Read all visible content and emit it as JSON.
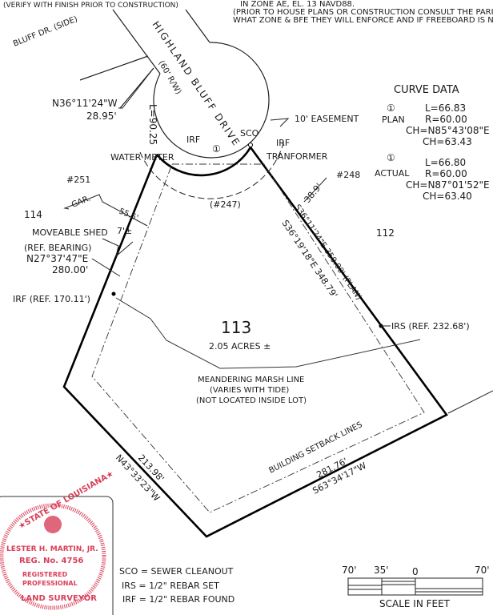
{
  "notes": {
    "top_cut": "(VERIFY WITH FINISH PRIOR TO CONSTRUCTION)",
    "flood_line1": "IN ZONE AE, EL. 13 NAVD88.",
    "flood_line2": "(PRIOR TO HOUSE PLANS OR CONSTRUCTION CONSULT THE PARISH TO SEE",
    "flood_line3": "WHAT ZONE & BFE THEY WILL ENFORCE AND IF FREEBOARD IS NEEDED)"
  },
  "streets": {
    "side": "BLUFF DR. (SIDE)",
    "main": "HIGHLAND BLUFF DRIVE",
    "row": "(60' R/W)"
  },
  "labels": {
    "bearing_nw": "N36°11'24\"W",
    "dist_nw": "28.95'",
    "arc_length": "L=90.25",
    "irf_left": "IRF",
    "sco": "SCO",
    "curve_no": "①",
    "easement": "10' EASEMENT",
    "irf_right": "IRF",
    "water_meter": "WATER METER",
    "transformer": "TRANFORMER",
    "house_248": "#248",
    "house_251": "#251",
    "house_247": "(#247)",
    "gar": "GAR.",
    "dist_gar": "55.5'",
    "dist_38": "38.9'",
    "lot_114": "114",
    "lot_112": "112",
    "shed": "MOVEABLE SHED",
    "shed_dist": "7'±",
    "ref_bearing": "(REF. BEARING)",
    "bearing_left": "N27°37'47\"E",
    "dist_left": "280.00'",
    "irf_ref_left": "IRF (REF. 170.11')",
    "bearing_right_plan": "S36°11'24\"E  350.00' (PLAN)",
    "bearing_right": "S36°19'18\"E  348.79'",
    "irs_ref_right": "IRS (REF. 232.68')",
    "lot_113": "113",
    "acres": "2.05 ACRES ±",
    "marsh1": "MEANDERING MARSH LINE",
    "marsh2": "(VARIES WITH TIDE)",
    "marsh3": "(NOT LOCATED INSIDE LOT)",
    "setback": "BUILDING SETBACK LINES",
    "dist_bottom_left": "213.98'",
    "bearing_bottom_left": "N43°33'23\"W",
    "dist_bottom_right": "281.76'",
    "bearing_bottom_right": "S63°34'17\"W"
  },
  "curve_data": {
    "title": "CURVE DATA",
    "plan": {
      "marker": "①",
      "label": "PLAN",
      "L": "L=66.83",
      "R": "R=60.00",
      "CHB": "CH=N85°43'08\"E",
      "CH": "CH=63.43"
    },
    "actual": {
      "marker": "①",
      "label": "ACTUAL",
      "L": "L=66.80",
      "R": "R=60.00",
      "CHB": "CH=N87°01'52\"E",
      "CH": "CH=63.40"
    }
  },
  "legend": {
    "sco": "SCO = SEWER CLEANOUT",
    "irs": "IRS = 1/2\" REBAR SET",
    "irf": "IRF = 1/2\" REBAR FOUND"
  },
  "scale": {
    "ticks": [
      "70'",
      "35'",
      "0",
      "70'"
    ],
    "title": "SCALE IN FEET"
  },
  "stamp": {
    "ring": "★STATE OF LOUISIANA★",
    "name": "LESTER H. MARTIN, JR.",
    "reg": "REG. No. 4756",
    "line1": "REGISTERED",
    "line2": "PROFESSIONAL",
    "bottom": "LAND SURVEYOR",
    "color": "#d8405a"
  }
}
